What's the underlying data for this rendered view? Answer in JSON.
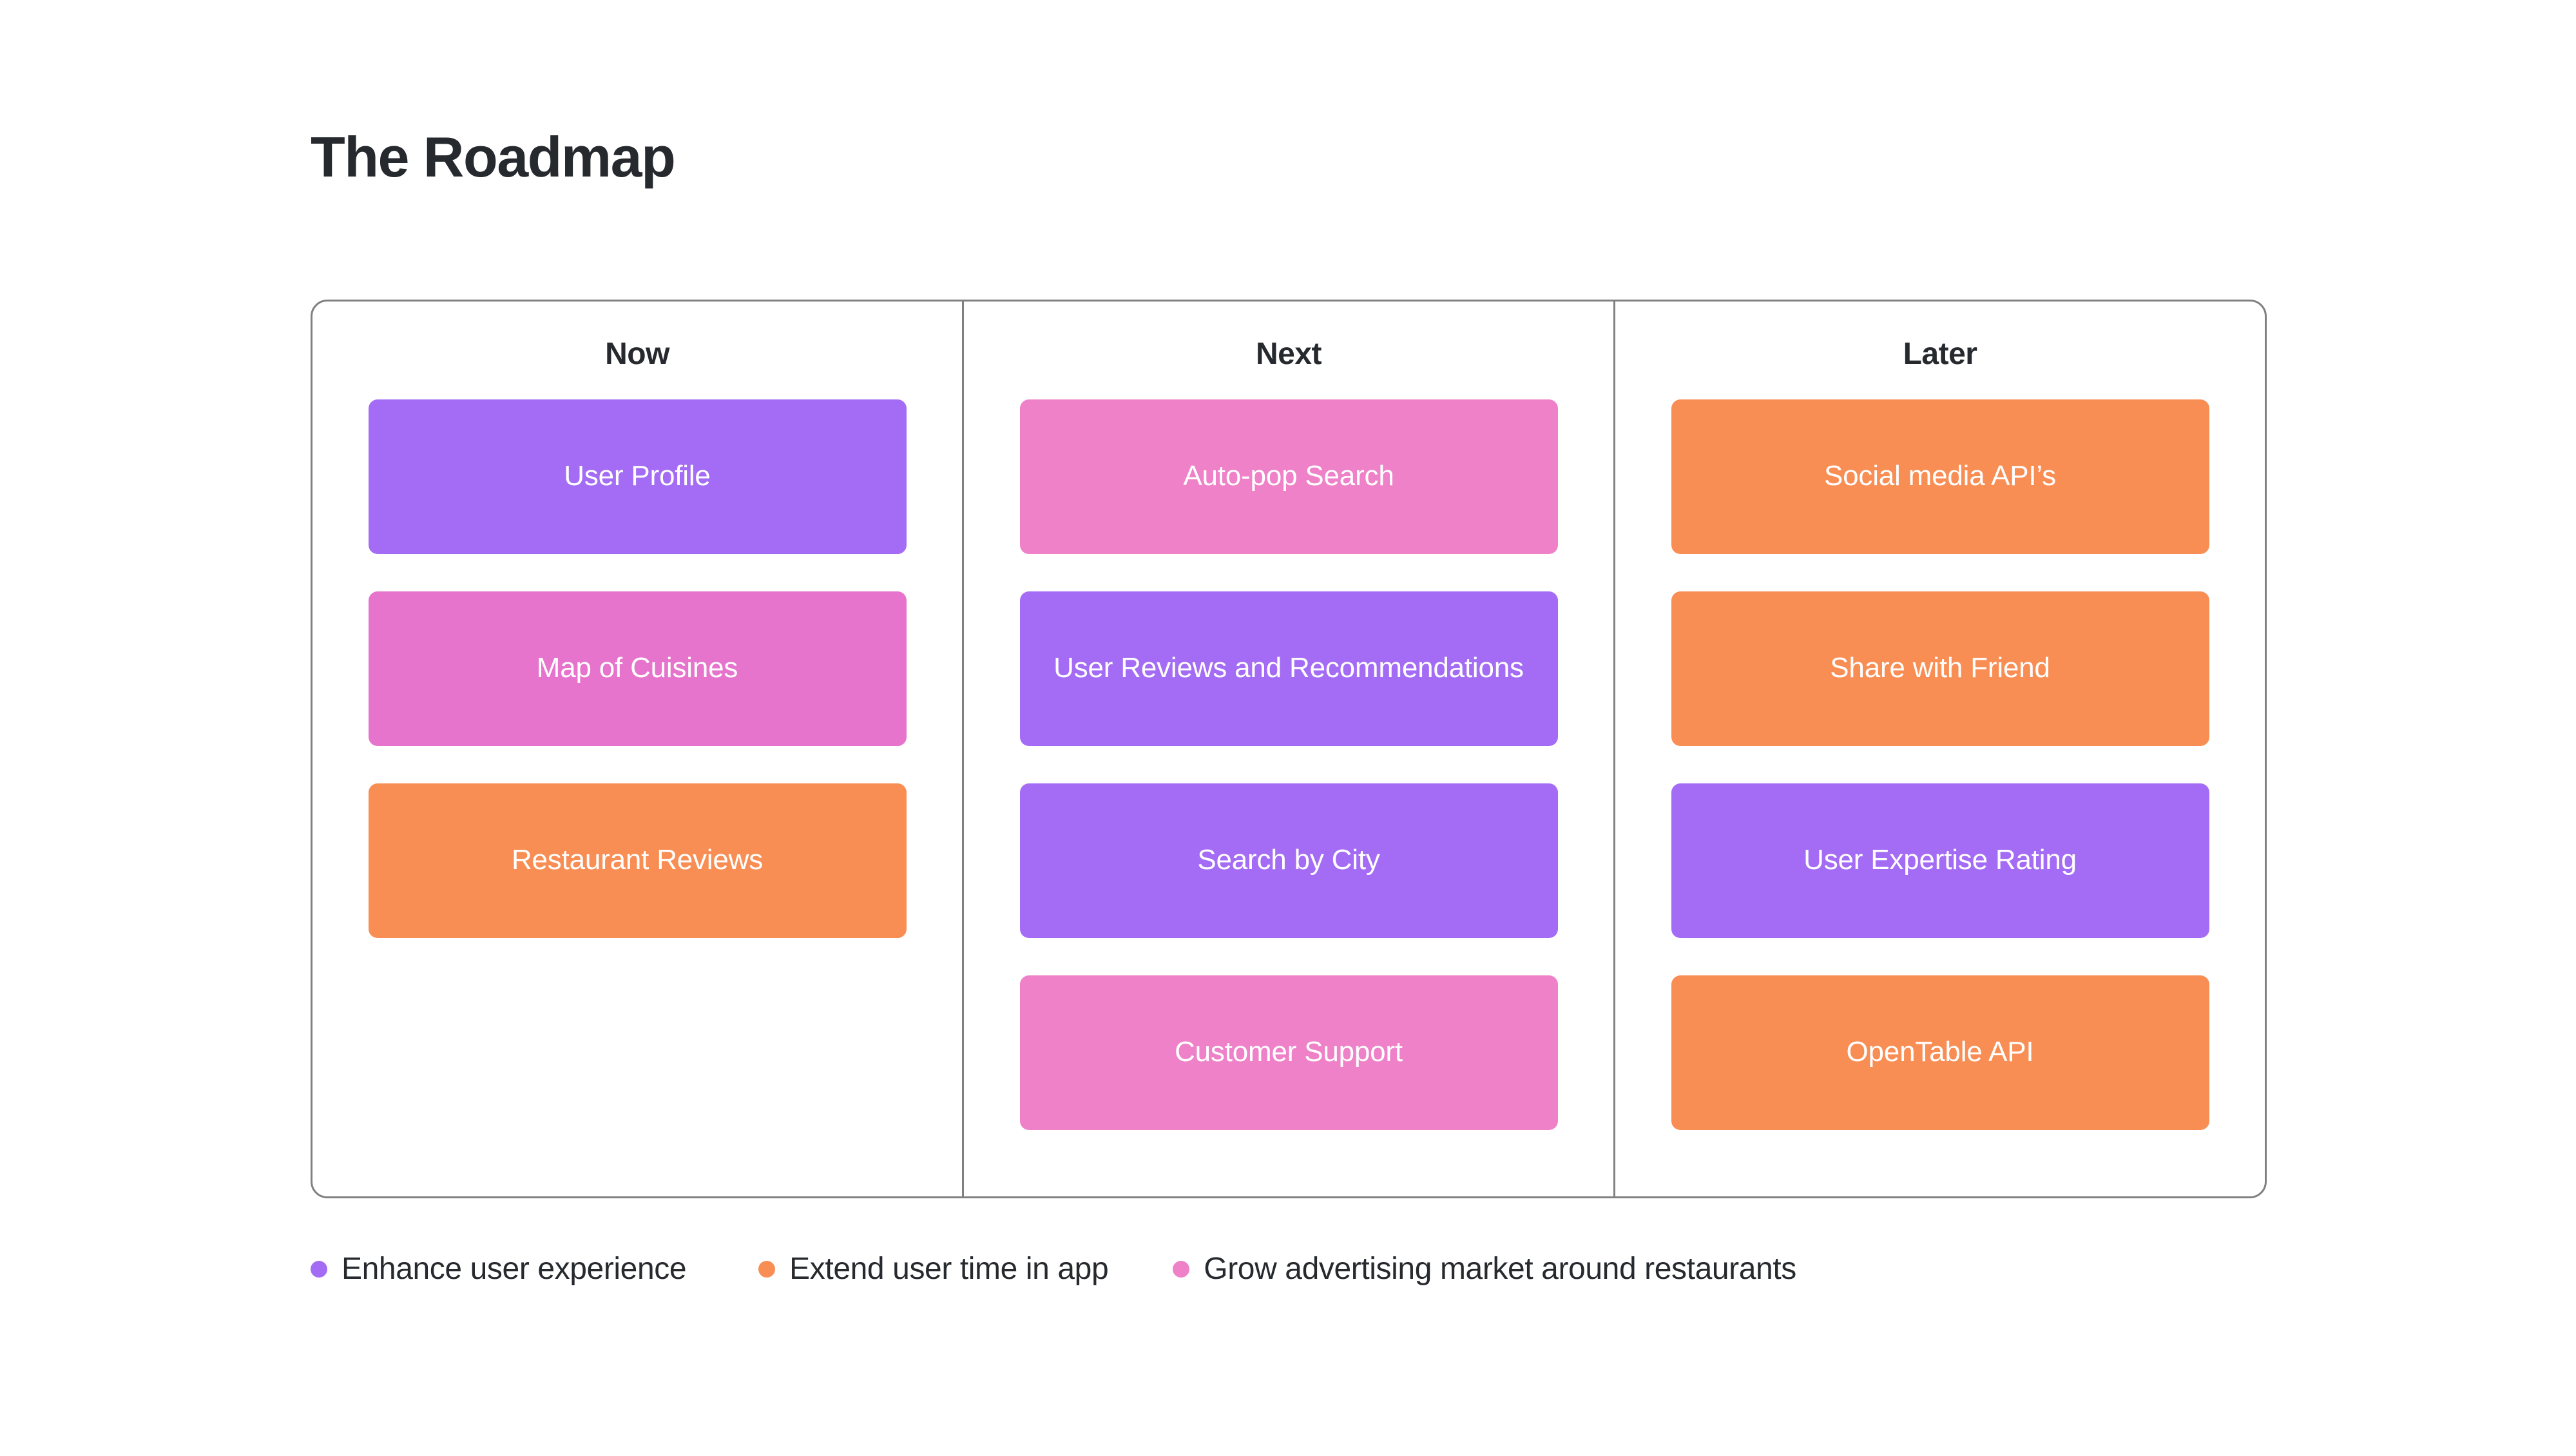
{
  "page": {
    "title": "The Roadmap",
    "background_color": "#FFFFFF",
    "text_color": "#26292E",
    "border_color": "#808080"
  },
  "palette": {
    "purple": "#A46CF5",
    "pink": "#EE81C8",
    "pink_deep": "#E673CC",
    "orange": "#F98E54",
    "card_text": "#FFFFFF"
  },
  "board": {
    "columns": [
      {
        "title": "Now",
        "cards": [
          {
            "label": "User Profile",
            "color": "#A46CF5",
            "category": "Enhance user experience"
          },
          {
            "label": "Map of Cuisines",
            "color": "#E673CC",
            "category": "Grow advertising market around restaurants"
          },
          {
            "label": "Restaurant Reviews",
            "color": "#F98E54",
            "category": "Extend user time in app"
          }
        ]
      },
      {
        "title": "Next",
        "cards": [
          {
            "label": "Auto-pop Search",
            "color": "#EE81C8",
            "category": "Grow advertising market around restaurants"
          },
          {
            "label": "User Reviews and Recommendations",
            "color": "#A46CF5",
            "category": "Enhance user experience"
          },
          {
            "label": "Search by City",
            "color": "#A46CF5",
            "category": "Enhance user experience"
          },
          {
            "label": "Customer Support",
            "color": "#EE81C8",
            "category": "Grow advertising market around restaurants"
          }
        ]
      },
      {
        "title": "Later",
        "cards": [
          {
            "label": "Social media API’s",
            "color": "#F98E54",
            "category": "Extend user time in app"
          },
          {
            "label": "Share with Friend",
            "color": "#F98E54",
            "category": "Extend user time in app"
          },
          {
            "label": "User Expertise Rating",
            "color": "#A46CF5",
            "category": "Enhance user experience"
          },
          {
            "label": "OpenTable API",
            "color": "#F98E54",
            "category": "Extend user time in app"
          }
        ]
      }
    ]
  },
  "legend": {
    "items": [
      {
        "label": "Enhance user experience",
        "color": "#A46CF5"
      },
      {
        "label": "Extend user time in app",
        "color": "#F98E54"
      },
      {
        "label": "Grow advertising market around restaurants",
        "color": "#EE81C8"
      }
    ]
  }
}
